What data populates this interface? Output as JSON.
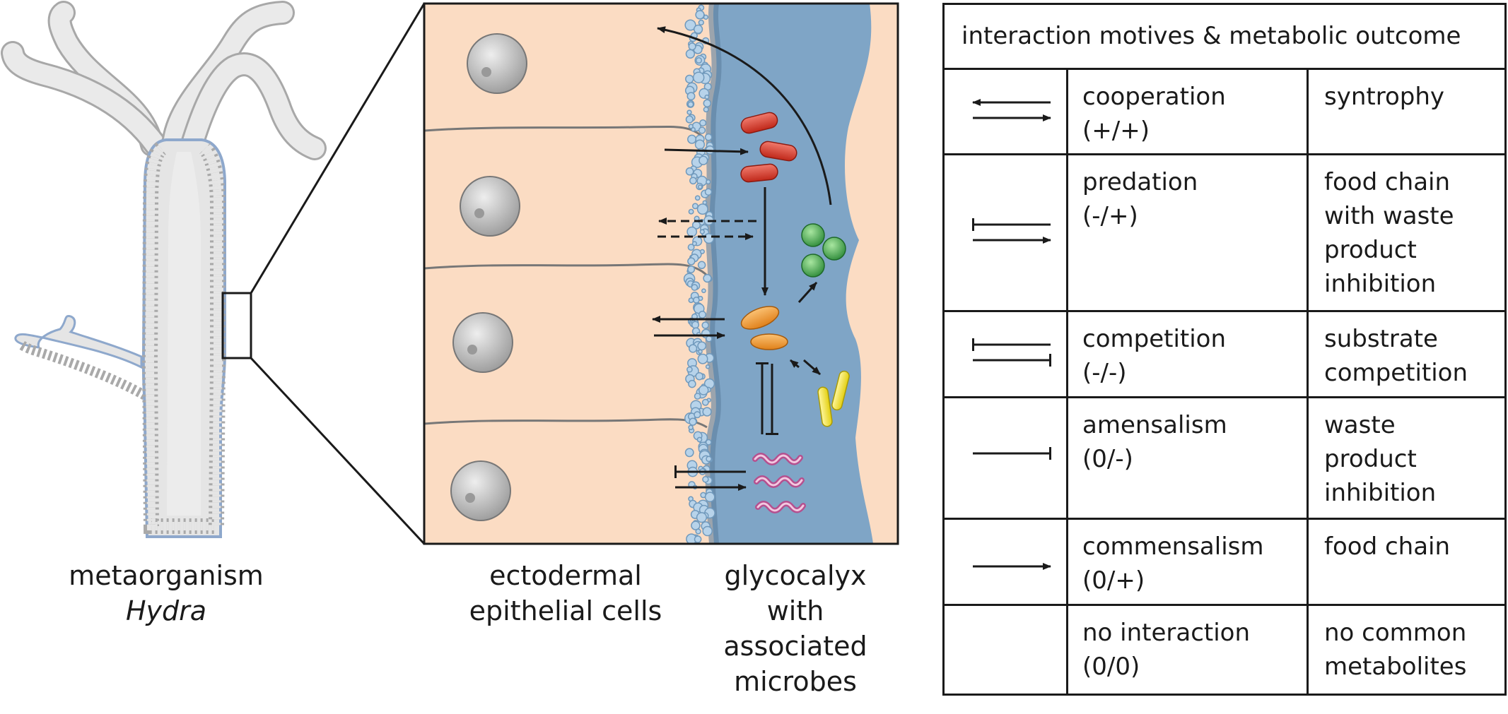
{
  "captions": {
    "organism": [
      "metaorganism",
      "Hydra"
    ],
    "cells": [
      "ectodermal",
      "epithelial cells"
    ],
    "glycocalyx": [
      "glycocalyx",
      "with",
      "associated",
      "microbes"
    ]
  },
  "legend": {
    "header": "interaction motives & metabolic outcome",
    "rows": [
      {
        "symbol": "double-arrow-icon",
        "interaction": [
          "cooperation",
          "(+/+)"
        ],
        "outcome": [
          "syntrophy"
        ]
      },
      {
        "symbol": "bar-and-arrow-icon",
        "interaction": [
          "predation",
          "(-/+)"
        ],
        "outcome": [
          "food chain",
          "with waste",
          "product",
          "inhibition"
        ]
      },
      {
        "symbol": "double-bar-icon",
        "interaction": [
          "competition",
          "(-/-)"
        ],
        "outcome": [
          "substrate",
          "competition"
        ]
      },
      {
        "symbol": "bar-icon",
        "interaction": [
          "amensalism",
          "(0/-)"
        ],
        "outcome": [
          "waste",
          "product",
          "inhibition"
        ]
      },
      {
        "symbol": "arrow-icon",
        "interaction": [
          "commensalism",
          "(0/+)"
        ],
        "outcome": [
          "food chain"
        ]
      },
      {
        "symbol": "none",
        "interaction": [
          "no interaction",
          "(0/0)"
        ],
        "outcome": [
          "no common",
          "metabolites"
        ]
      }
    ]
  },
  "colors": {
    "epithelium": "#fbdcc3",
    "glycocalyx": "#7fa5c6",
    "hydra_body": "#e5e5e5",
    "hydra_outline": "#8ea8cc",
    "microbe_red": "#d83a2a",
    "microbe_green": "#4caf50",
    "microbe_orange": "#f39a2b",
    "microbe_yellow": "#f2e21d",
    "microbe_purple": "#b5508f"
  }
}
